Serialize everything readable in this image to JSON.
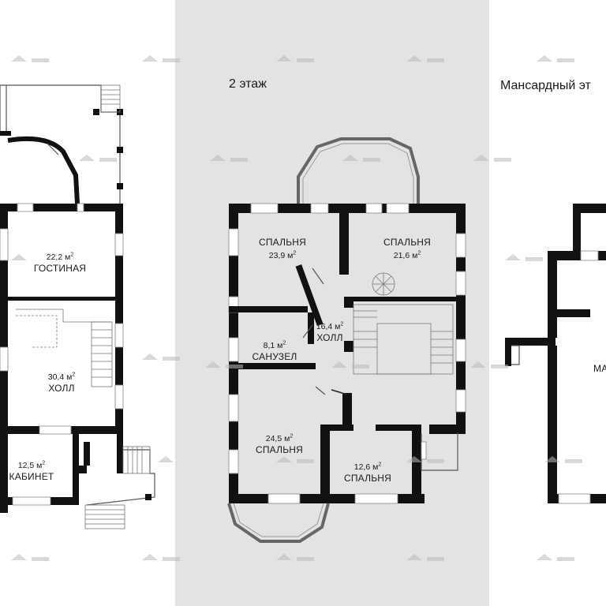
{
  "floors": {
    "first": {
      "title": "",
      "rooms": [
        {
          "id": "living",
          "area": "22,2 м",
          "name": "ГОСТИНАЯ"
        },
        {
          "id": "hall",
          "area": "30,4 м",
          "name": "ХОЛЛ"
        },
        {
          "id": "office",
          "area": "12,5 м",
          "name": "КАБИНЕТ"
        }
      ]
    },
    "second": {
      "title": "2 этаж",
      "rooms": [
        {
          "id": "bedroom-nw",
          "name": "СПАЛЬНЯ",
          "area": "23,9 м"
        },
        {
          "id": "bedroom-ne",
          "name": "СПАЛЬНЯ",
          "area": "21,6 м"
        },
        {
          "id": "hall2",
          "area": "16,4 м",
          "name": "ХОЛЛ"
        },
        {
          "id": "bathroom",
          "area": "8,1 м",
          "name": "САНУЗЕЛ"
        },
        {
          "id": "bedroom-sw",
          "area": "24,5 м",
          "name": "СПАЛЬНЯ"
        },
        {
          "id": "bedroom-se",
          "area": "12,6 м",
          "name": "СПАЛЬНЯ"
        }
      ]
    },
    "attic": {
      "title": "Мансардный эт",
      "rooms": [
        {
          "id": "attic-room",
          "name": "МА"
        }
      ]
    }
  },
  "area_unit_superscript": "2",
  "colors": {
    "wall": "#111111",
    "panel_bg": "#e3e3e3",
    "page_bg": "#ffffff"
  }
}
